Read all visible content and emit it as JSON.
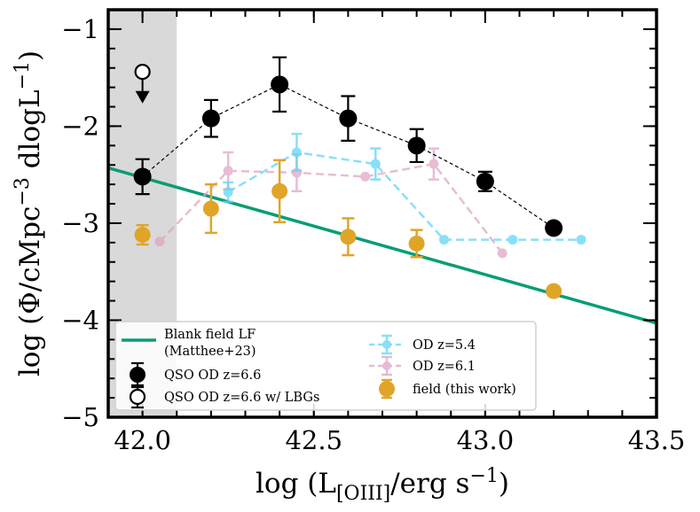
{
  "chart_data": {
    "type": "scatter",
    "xlabel": "log (L",
    "xlabel_sub": "[OIII]",
    "xlabel_tail": "/erg s",
    "xlabel_sup": "−1",
    "xlabel_close": ")",
    "ylabel": "log (Φ/cMpc",
    "ylabel_sup1": "−3",
    "ylabel_mid": " dlogL",
    "ylabel_sup2": "−1",
    "ylabel_close": ")",
    "xlim": [
      41.9,
      43.5
    ],
    "ylim": [
      -5,
      -0.8
    ],
    "xticks": [
      42.0,
      42.5,
      43.0,
      43.5
    ],
    "xtick_labels": [
      "42.0",
      "42.5",
      "43.0",
      "43.5"
    ],
    "yticks": [
      -5,
      -4,
      -3,
      -2,
      -1
    ],
    "ytick_labels": [
      "−5",
      "−4",
      "−3",
      "−2",
      "−1"
    ],
    "grid": false,
    "legend_position": "bottom",
    "shaded_region": {
      "x": [
        41.9,
        42.1
      ],
      "color": "#d9d9d9"
    },
    "blank_field_lf": {
      "legend": "Blank field LF",
      "legend_line2": "(Matthee+23)",
      "color": "#079d74",
      "x": [
        41.9,
        43.5
      ],
      "y": [
        -2.43,
        -4.03
      ]
    },
    "series": [
      {
        "key": "od54",
        "name": "OD z=5.4",
        "color": "#5fd6f5",
        "x": [
          42.25,
          42.45,
          42.68,
          42.88,
          43.08,
          43.28
        ],
        "y": [
          -2.68,
          -2.27,
          -2.39,
          -3.17,
          -3.17,
          -3.17
        ],
        "err": [
          0.1,
          0.19,
          0.16,
          0.0,
          0.0,
          0.0
        ]
      },
      {
        "key": "od61",
        "name": "OD z=6.1",
        "color": "#e0a3c4",
        "x": [
          42.05,
          42.25,
          42.45,
          42.65,
          42.85,
          43.05
        ],
        "y": [
          -3.19,
          -2.46,
          -2.48,
          -2.52,
          -2.39,
          -3.31
        ],
        "err": [
          0.0,
          0.19,
          0.19,
          0.0,
          0.16,
          0.0
        ]
      },
      {
        "key": "qso",
        "name": "QSO OD z=6.6",
        "color": "#000000",
        "x": [
          42.0,
          42.2,
          42.4,
          42.6,
          42.8,
          43.0,
          43.2
        ],
        "y": [
          -2.52,
          -1.92,
          -1.57,
          -1.92,
          -2.2,
          -2.57,
          -3.05
        ],
        "err": [
          0.18,
          0.19,
          0.28,
          0.23,
          0.17,
          0.1,
          0.0
        ]
      },
      {
        "key": "field",
        "name": "field (this work)",
        "color": "#dfa528",
        "x": [
          42.0,
          42.2,
          42.4,
          42.6,
          42.8,
          43.2
        ],
        "y": [
          -3.12,
          -2.85,
          -2.67,
          -3.14,
          -3.21,
          -3.7
        ],
        "err": [
          0.1,
          0.25,
          0.32,
          0.19,
          0.14,
          0.0
        ]
      }
    ],
    "qso_lbg_upper_limit": {
      "name": "QSO OD z=6.6 w/ LBGs",
      "x": 42.0,
      "y": -1.44,
      "arrow_to": -1.72
    }
  }
}
